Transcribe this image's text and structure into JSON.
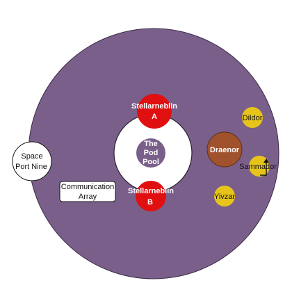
{
  "colors": {
    "canvas": "#ffffff",
    "region": "#7a5f8a",
    "region_stroke": "#3b2c47",
    "red": "#e01010",
    "gold": "#e6c41a",
    "brown": "#a0522d",
    "pool": "#7a5f8a",
    "white": "#ffffff"
  },
  "region": {
    "name": ""
  },
  "space_port": {
    "line1": "Space",
    "line2": "Port Nine"
  },
  "comm_array": {
    "line1": "Communication",
    "line2": "Array"
  },
  "pod_pool": {
    "line1": "The",
    "line2": "Pod",
    "line3": "Pool"
  },
  "stellarneblin_a": {
    "line1": "Stellarneblin",
    "line2": "A"
  },
  "stellarneblin_b": {
    "line1": "Stellarneblin",
    "line2": "B"
  },
  "draenor": {
    "label": "Draenor"
  },
  "dildor": {
    "label": "Dildor"
  },
  "sammador": {
    "label": "Sammador"
  },
  "yivzar": {
    "label": "Yivzar"
  },
  "arrow_icon": {
    "name": "arrow-up-icon"
  }
}
